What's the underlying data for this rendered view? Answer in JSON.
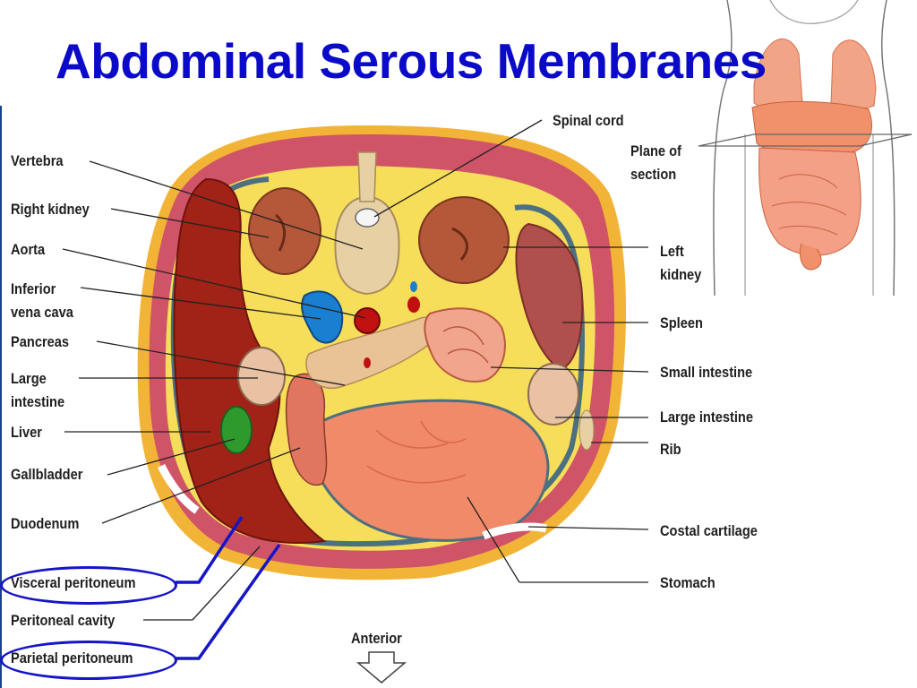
{
  "title": "Abdominal Serous Membranes",
  "labels": {
    "spinal_cord": "Spinal cord",
    "plane_of_section_1": "Plane of",
    "plane_of_section_2": "section",
    "vertebra": "Vertebra",
    "right_kidney": "Right kidney",
    "aorta": "Aorta",
    "inferior_vena_cava_1": "Inferior",
    "inferior_vena_cava_2": "vena cava",
    "pancreas": "Pancreas",
    "large_intestine_left_1": "Large",
    "large_intestine_left_2": "intestine",
    "liver": "Liver",
    "gallbladder": "Gallbladder",
    "duodenum": "Duodenum",
    "visceral_peritoneum": "Visceral peritoneum",
    "peritoneal_cavity": "Peritoneal cavity",
    "parietal_peritoneum": "Parietal peritoneum",
    "left_kidney_1": "Left",
    "left_kidney_2": "kidney",
    "spleen": "Spleen",
    "small_intestine": "Small intestine",
    "large_intestine_right": "Large intestine",
    "rib": "Rib",
    "costal_cartilage": "Costal cartilage",
    "stomach": "Stomach",
    "anterior": "Anterior"
  },
  "colors": {
    "title": "#0a0ac8",
    "highlight_ring": "#1515c8",
    "skin": "#f0b030",
    "muscle": "#c94b5e",
    "fat": "#f8e060",
    "peritoneum": "#4c7080",
    "liver": "#a12216",
    "bone": "#e6d0a4",
    "kidney": "#b5583a",
    "stomach": "#ef8a6a",
    "ivc": "#1a7fd1",
    "aorta": "#c01010",
    "gallbladder": "#2e9a2e"
  }
}
